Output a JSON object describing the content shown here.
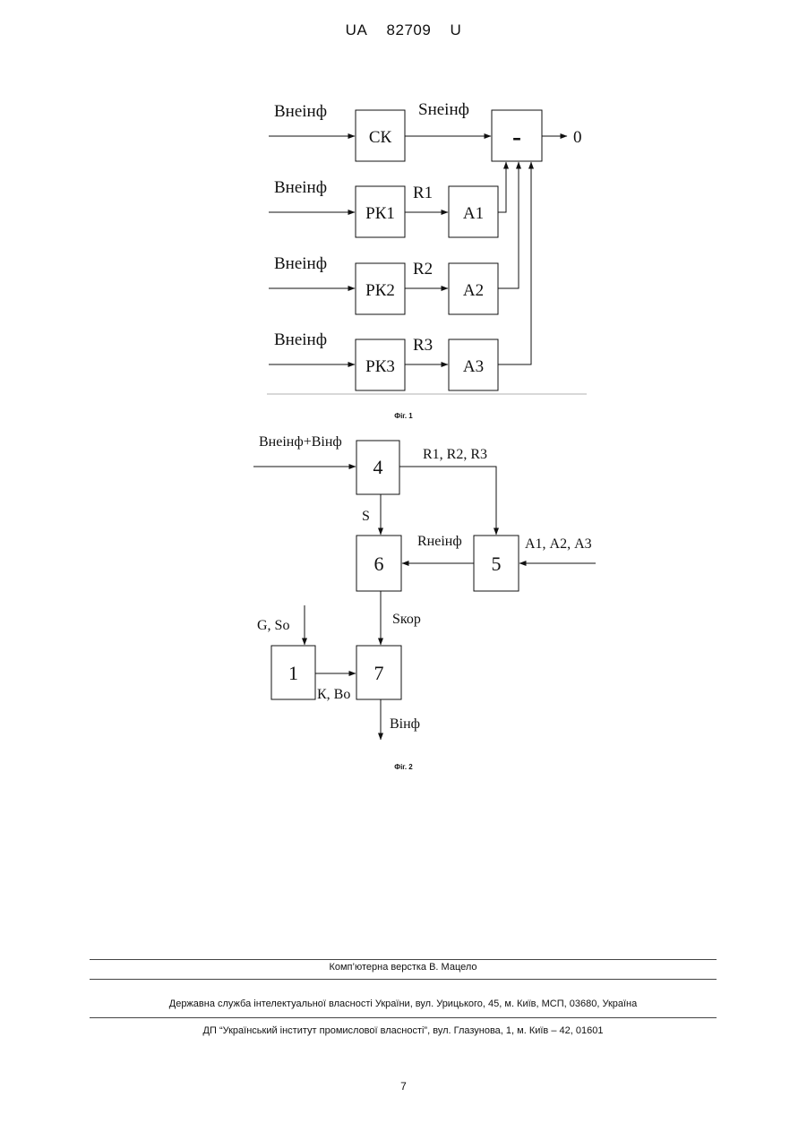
{
  "header": {
    "country": "UA",
    "number": "82709",
    "kind": "U"
  },
  "fig1": {
    "caption": "Фіг. 1",
    "input_label": "Внеінф",
    "sk_label": "СК",
    "sk_output_label": "Sнеінф",
    "subtract_symbol": "-",
    "output_label": "0",
    "rows": [
      {
        "input": "Внеінф",
        "rk": "РК1",
        "r": "R1",
        "a": "А1"
      },
      {
        "input": "Внеінф",
        "rk": "РК2",
        "r": "R2",
        "a": "А2"
      },
      {
        "input": "Внеінф",
        "rk": "РК3",
        "r": "R3",
        "a": "А3"
      }
    ]
  },
  "fig2": {
    "caption": "Фіг. 2",
    "input_label": "Внеінф+Вінф",
    "block4": "4",
    "block5": "5",
    "block6": "6",
    "block7": "7",
    "block1": "1",
    "r_label": "R1, R2, R3",
    "s_label": "S",
    "rneinf_label": "Rнеінф",
    "a_label": "А1, А2, А3",
    "skor_label": "Sкор",
    "gso_label": "G, So",
    "kbo_label": "К, Во",
    "output_label": "Вінф"
  },
  "footer": {
    "layout": "Комп’ютерна верстка В. Мацело",
    "service": "Державна служба інтелектуальної власності України, вул. Урицького, 45, м. Київ, МСП, 03680, Україна",
    "institute": "ДП “Український інститут промислової власності”, вул. Глазунова, 1, м. Київ – 42, 01601"
  },
  "page_number": "7"
}
